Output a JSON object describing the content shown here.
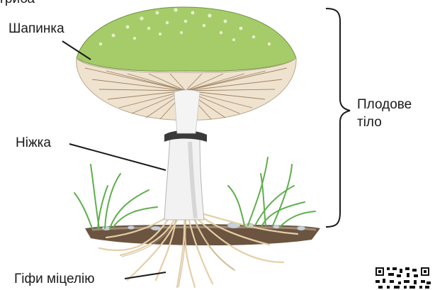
{
  "diagram": {
    "top_label": "гриба",
    "labels": {
      "cap": "Шапинка",
      "stem": "Ніжка",
      "hyphae": "Гіфи міцелію",
      "fruit_body": "Плодове тіло"
    },
    "colors": {
      "cap_top": "#a6cc6a",
      "cap_spots": "#e8f2c8",
      "gills": "#efe3cf",
      "gill_lines": "#8a6a4a",
      "stem": "#f2f2f2",
      "ring": "#3a3a3a",
      "grass": "#5fae4c",
      "soil": "#6b5440",
      "mycelium": "#e6cfa6",
      "pointer_line": "#1a1a1a"
    },
    "icons": [
      "mushroom-illustration",
      "qr-code-icon"
    ]
  }
}
